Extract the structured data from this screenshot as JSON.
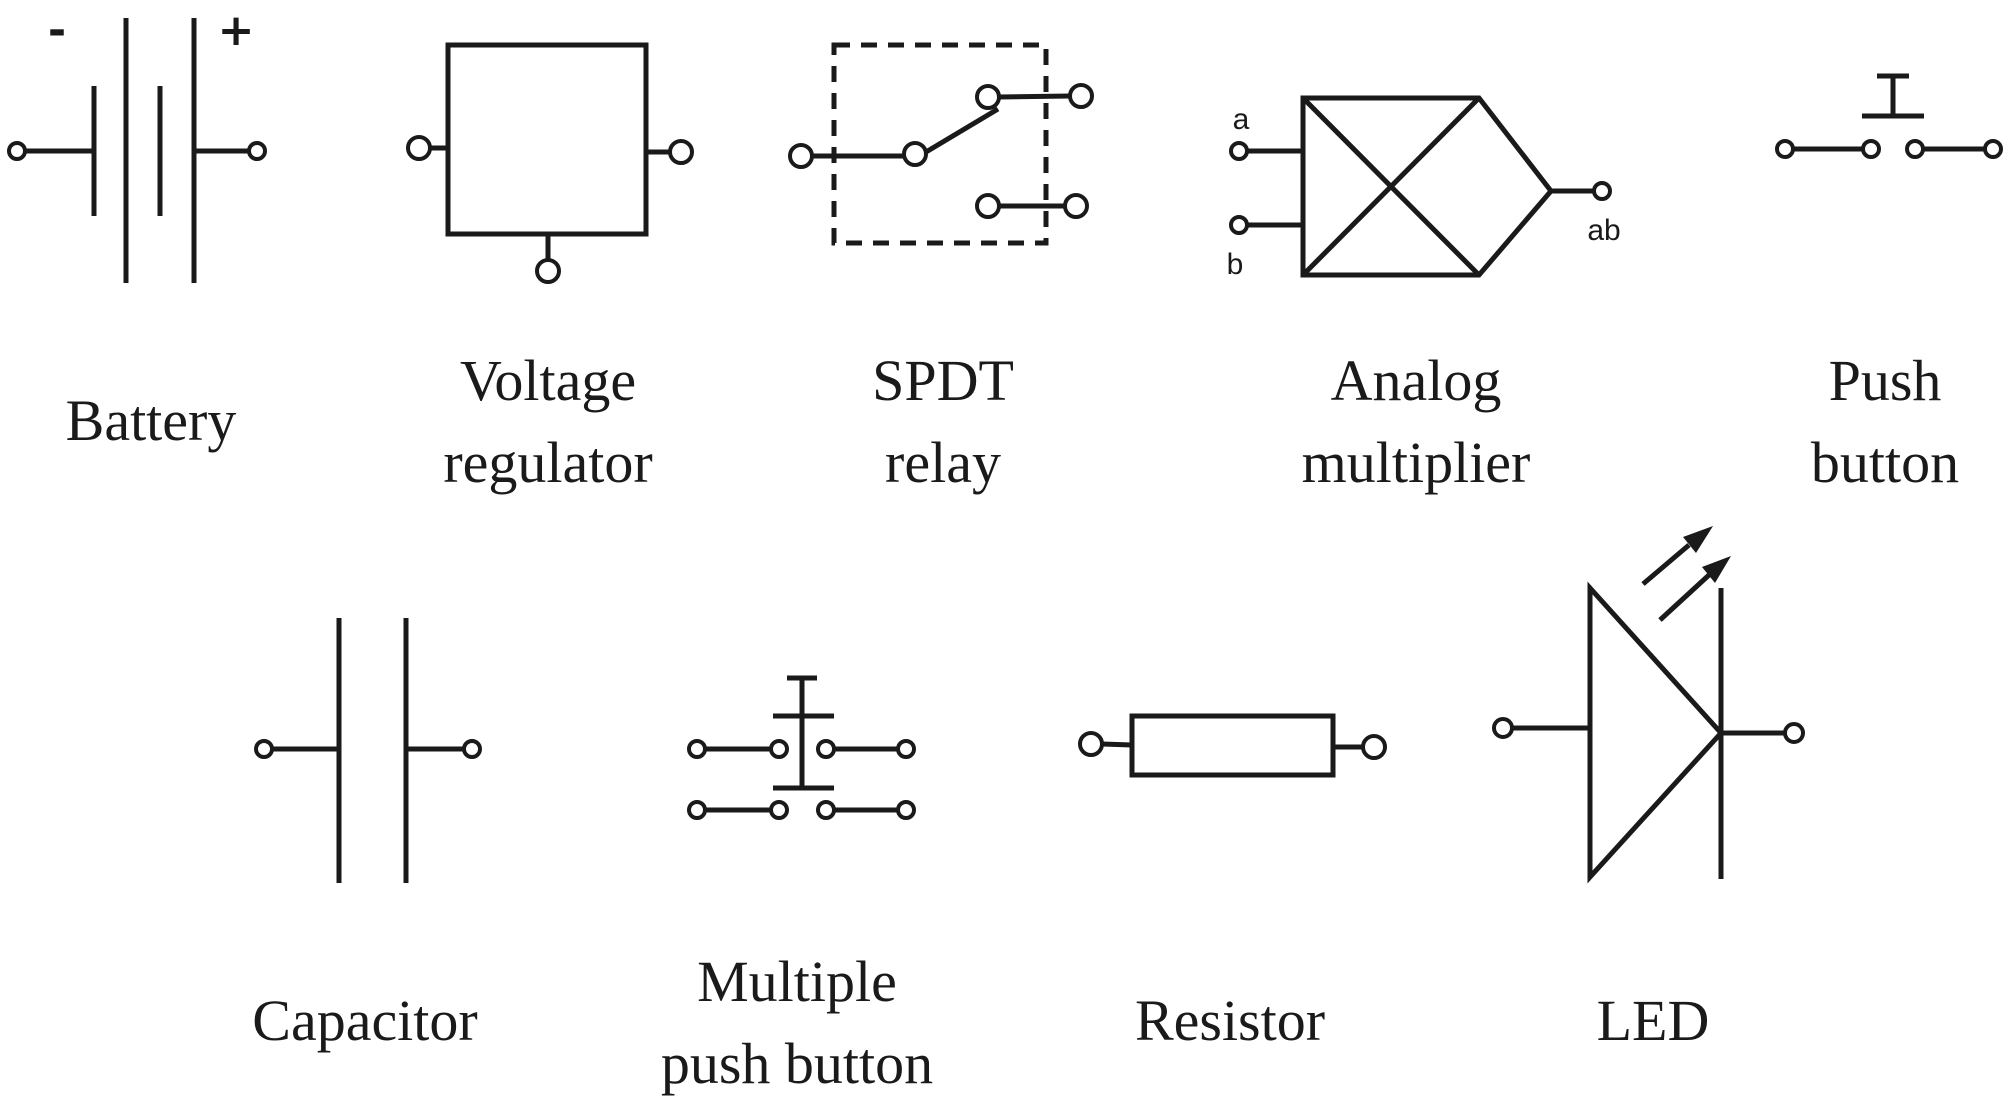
{
  "components": {
    "battery": {
      "label": "Battery",
      "minus": "-",
      "plus": "+"
    },
    "voltage_regulator": {
      "line1": "Voltage",
      "line2": "regulator"
    },
    "spdt_relay": {
      "line1": "SPDT",
      "line2": "relay"
    },
    "analog_multiplier": {
      "line1": "Analog",
      "line2": "multiplier",
      "pin_a": "a",
      "pin_b": "b",
      "pin_out": "ab"
    },
    "push_button": {
      "line1": "Push",
      "line2": "button"
    },
    "capacitor": {
      "label": "Capacitor"
    },
    "multiple_push_button": {
      "line1": "Multiple",
      "line2": "push button"
    },
    "resistor": {
      "label": "Resistor"
    },
    "led": {
      "label": "LED"
    }
  }
}
